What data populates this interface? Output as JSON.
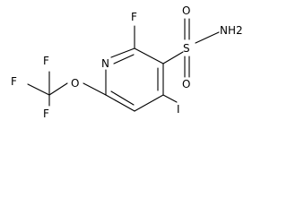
{
  "molecule": {
    "atoms": {
      "f_ring": "F",
      "s": "S",
      "o_top": "O",
      "o_bottom": "O",
      "nh2": "NH2",
      "n_ring": "N",
      "i": "I",
      "o_ether": "O",
      "f_top": "F",
      "f_left": "F",
      "f_bottom": "F"
    }
  }
}
